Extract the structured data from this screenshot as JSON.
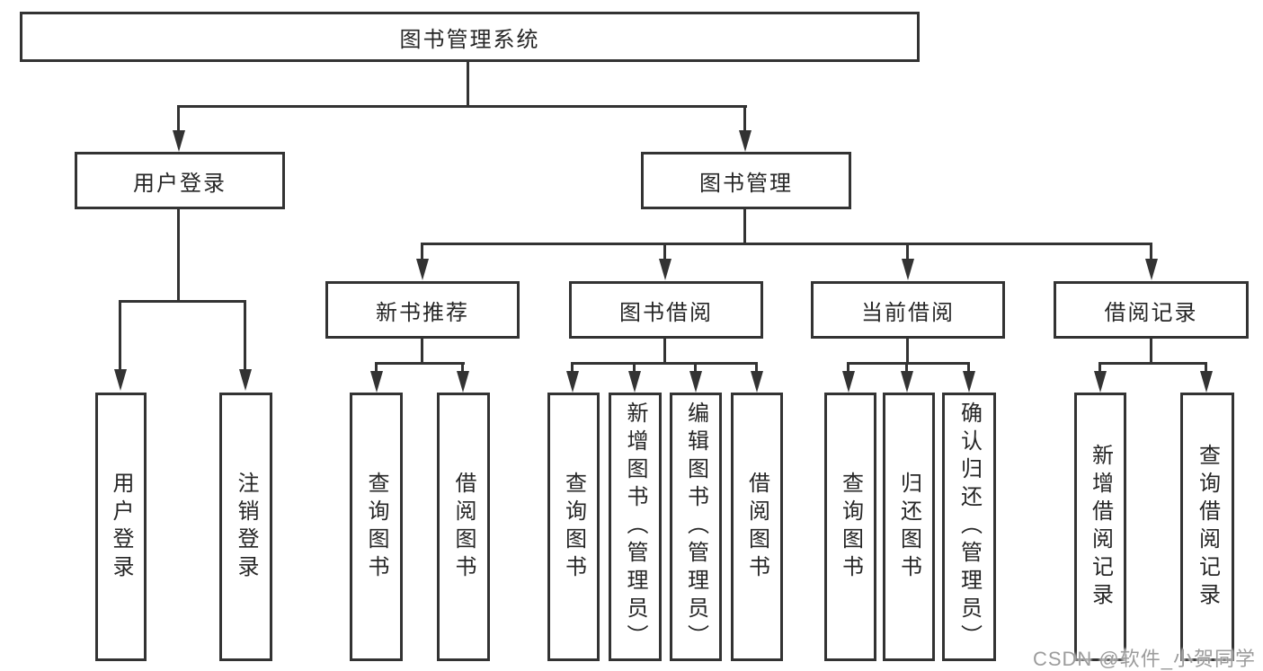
{
  "tree": {
    "root": {
      "label": "图书管理系统"
    },
    "branches": [
      {
        "label": "用户登录",
        "children": [
          {
            "label": "用户登录"
          },
          {
            "label": "注销登录"
          }
        ]
      },
      {
        "label": "图书管理",
        "children": [
          {
            "label": "新书推荐",
            "children": [
              {
                "label": "查询图书"
              },
              {
                "label": "借阅图书"
              }
            ]
          },
          {
            "label": "图书借阅",
            "children": [
              {
                "label": "查询图书"
              },
              {
                "label": "新增图书（管理员）"
              },
              {
                "label": "编辑图书（管理员）"
              },
              {
                "label": "借阅图书"
              }
            ]
          },
          {
            "label": "当前借阅",
            "children": [
              {
                "label": "查询图书"
              },
              {
                "label": "归还图书"
              },
              {
                "label": "确认归还（管理员）"
              }
            ]
          },
          {
            "label": "借阅记录",
            "children": [
              {
                "label": "新增借阅记录"
              },
              {
                "label": "查询借阅记录"
              }
            ]
          }
        ]
      }
    ]
  },
  "watermark": {
    "text": "CSDN @软件_小贺同学"
  },
  "colors": {
    "line": "#333333",
    "text": "#262626",
    "watermark": "#9c9c9c",
    "background": "#ffffff"
  }
}
